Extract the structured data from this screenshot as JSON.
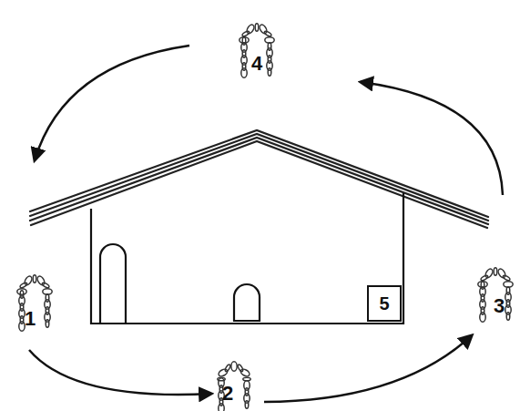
{
  "diagram": {
    "nodes": [
      {
        "text": [
          "5"
        ]
      }
    ],
    "labels": [
      "1",
      "2",
      "3",
      "4"
    ]
  }
}
